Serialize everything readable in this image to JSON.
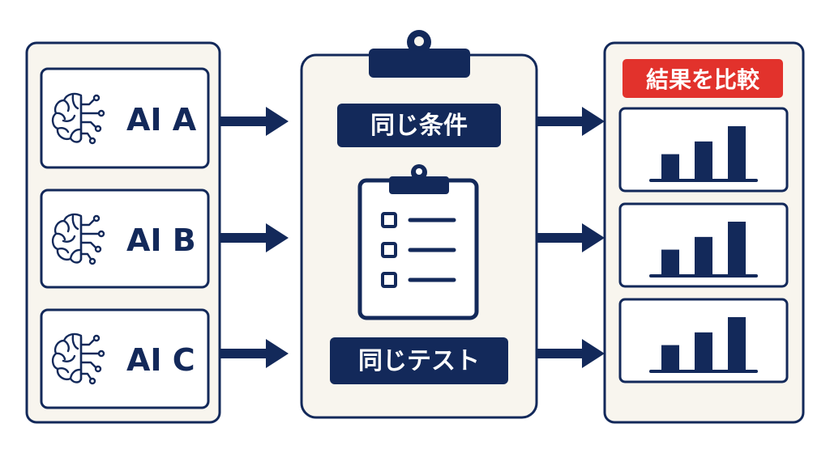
{
  "colors": {
    "navy": "#13295a",
    "panel_fill": "#f8f5ee",
    "card_fill": "#ffffff",
    "accent_red": "#e2322c",
    "label_text": "#ffffff"
  },
  "ai_models": [
    {
      "label": "AI A",
      "icon": "brain-circuit-icon"
    },
    {
      "label": "AI B",
      "icon": "brain-circuit-icon"
    },
    {
      "label": "AI C",
      "icon": "brain-circuit-icon"
    }
  ],
  "center": {
    "condition_label": "同じ条件",
    "test_label": "同じテスト",
    "icon": "checklist-clipboard-icon",
    "checklist_items": 3
  },
  "results": {
    "title": "結果を比較",
    "charts": [
      {
        "icon": "bar-chart-icon",
        "values": [
          1,
          1.5,
          2.1
        ]
      },
      {
        "icon": "bar-chart-icon",
        "values": [
          1,
          1.5,
          2.1
        ]
      },
      {
        "icon": "bar-chart-icon",
        "values": [
          1,
          1.5,
          2.1
        ]
      }
    ]
  }
}
